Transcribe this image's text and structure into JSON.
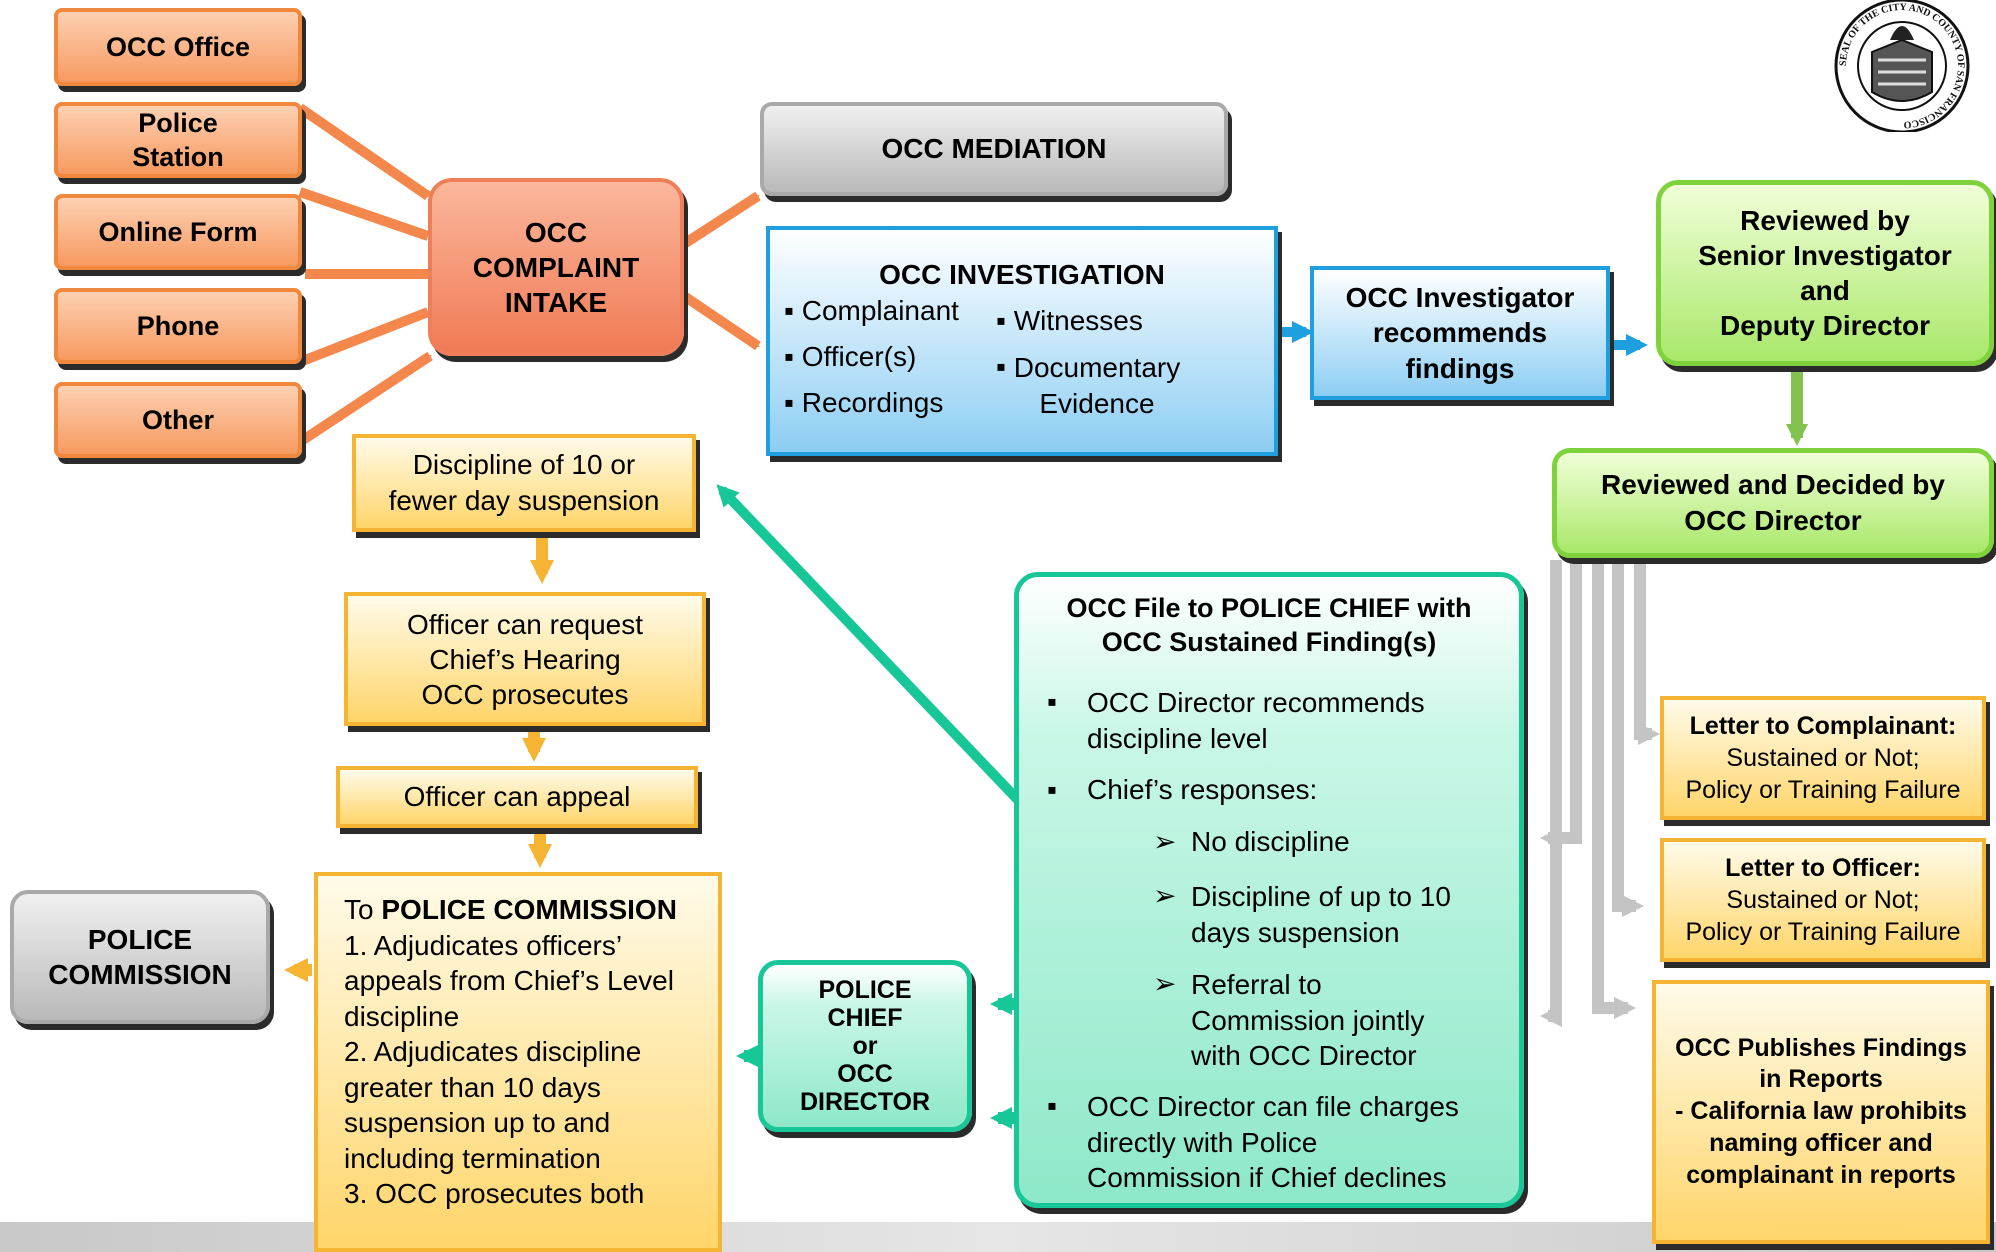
{
  "sources": [
    {
      "label": "OCC Office"
    },
    {
      "label": "Police\nStation"
    },
    {
      "label": "Online Form"
    },
    {
      "label": "Phone"
    },
    {
      "label": "Other"
    }
  ],
  "intake": {
    "label": "OCC\nCOMPLAINT\nINTAKE"
  },
  "mediation": {
    "label": "OCC MEDIATION"
  },
  "investigation": {
    "title": "OCC INVESTIGATION",
    "col1": [
      "Complainant",
      "Officer(s)",
      "Recordings"
    ],
    "col2": [
      "Witnesses",
      "Documentary\nEvidence"
    ]
  },
  "recommends": {
    "label": "OCC Investigator\nrecommends\nfindings"
  },
  "senior_review": {
    "label": "Reviewed by\nSenior Investigator\nand\nDeputy Director"
  },
  "director_review": {
    "label": "Reviewed and Decided by\nOCC Director"
  },
  "chief_file": {
    "title": "OCC File to POLICE CHIEF with\nOCC Sustained Finding(s)",
    "bullet1": "OCC Director recommends\ndiscipline level",
    "bullet2": "Chief’s responses:",
    "sub": [
      "No discipline",
      "Discipline of up to 10\ndays suspension",
      "Referral to\nCommission jointly\nwith OCC Director"
    ],
    "bullet3": "OCC Director can file charges\ndirectly with Police\nCommission if Chief declines"
  },
  "letter_complainant": {
    "title": "Letter to Complainant:",
    "body": "Sustained or Not;\nPolicy or Training Failure"
  },
  "letter_officer": {
    "title": "Letter to Officer:",
    "body": "Sustained or Not;\nPolicy or Training Failure"
  },
  "publishes": {
    "label": "OCC Publishes Findings\nin Reports\n- California law prohibits\nnaming officer and\ncomplainant in reports"
  },
  "discipline10": {
    "label": "Discipline of 10 or\nfewer day suspension"
  },
  "hearing": {
    "label": "Officer can request\nChief’s Hearing\nOCC prosecutes"
  },
  "appeal": {
    "label": "Officer can appeal"
  },
  "commission_details": {
    "prefix": "To ",
    "title": "POLICE COMMISSION",
    "lines": "1. Adjudicates officers’\nappeals from Chief’s Level\ndiscipline\n2. Adjudicates discipline\ngreater than 10 days\nsuspension up to and\nincluding termination\n3. OCC prosecutes both"
  },
  "police_commission": {
    "label": "POLICE\nCOMMISSION"
  },
  "chief_or_director": {
    "label": "POLICE\nCHIEF\nor\nOCC\nDIRECTOR"
  },
  "seal": {
    "text": "SEAL OF THE CITY AND COUNTY OF SAN FRANCISCO"
  },
  "colors": {
    "orange": "#f0883e",
    "blue": "#1ea0de",
    "green": "#7ed33c",
    "yellow": "#f5b432",
    "teal": "#18c798",
    "grey": "#c4c4c4"
  }
}
